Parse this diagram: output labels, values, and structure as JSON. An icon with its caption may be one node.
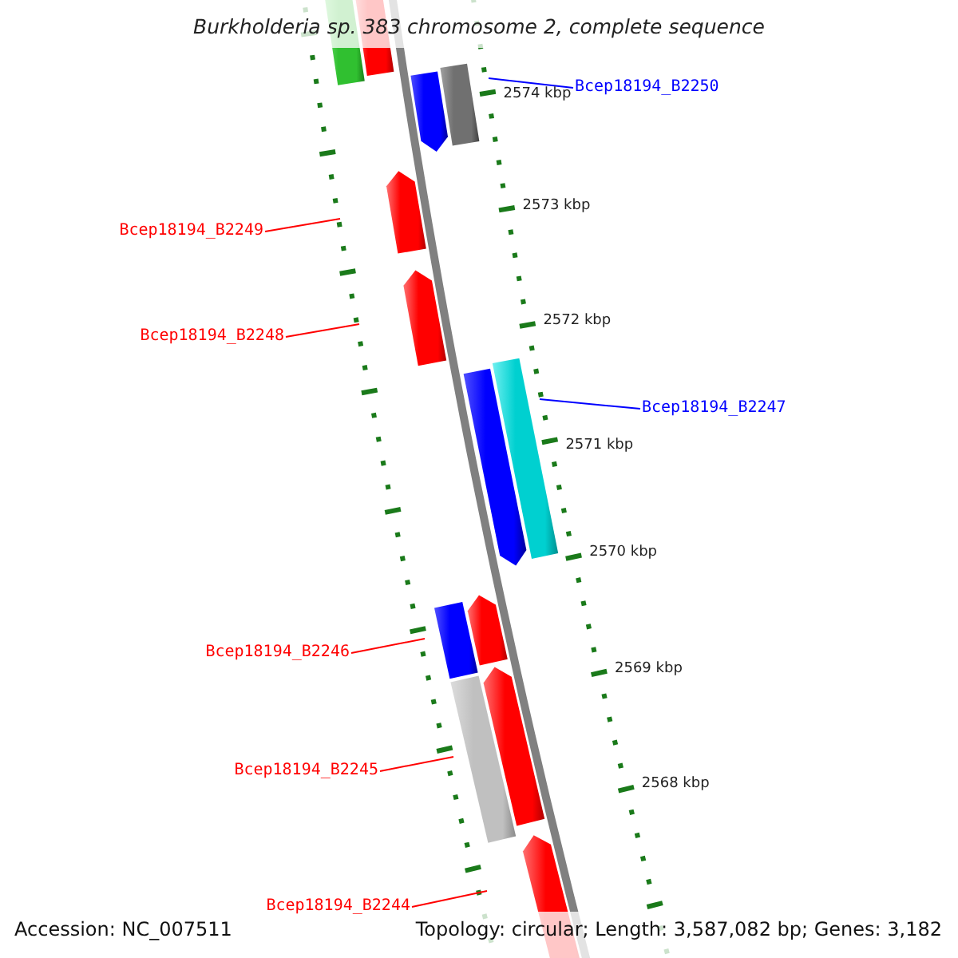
{
  "diagram": {
    "title": "Burkholderia sp. 383 chromosome 2, complete sequence",
    "nodes": [
      {
        "text": [
          "Bcep18194_B2250"
        ]
      },
      {
        "text": [
          "Bcep18194_B2249"
        ]
      },
      {
        "text": [
          "Bcep18194_B2248"
        ]
      },
      {
        "text": [
          "Bcep18194_B2247"
        ]
      },
      {
        "text": [
          "Bcep18194_B2246"
        ]
      },
      {
        "text": [
          "Bcep18194_B2245"
        ]
      },
      {
        "text": [
          "Bcep18194_B2244"
        ]
      }
    ],
    "edges": [
      {
        "from": 0,
        "to": null,
        "arrow": "none",
        "color": "#0000ff"
      },
      {
        "from": 1,
        "to": null,
        "arrow": "none"
      },
      {
        "from": 2,
        "to": null,
        "arrow": "none"
      },
      {
        "from": 3,
        "to": null,
        "arrow": "none",
        "color": "#0000ff"
      },
      {
        "from": 4,
        "to": null,
        "arrow": "none"
      },
      {
        "from": 5,
        "to": null,
        "arrow": "none"
      },
      {
        "from": 6,
        "to": null,
        "arrow": "none"
      }
    ],
    "labels": [
      "2574 kbp",
      "2573 kbp",
      "2572 kbp",
      "2571 kbp",
      "2570 kbp",
      "2569 kbp",
      "2568 kbp",
      "Accession: NC_007511",
      "Topology: circular; Length: 3,587,082 bp; Genes: 3,182"
    ]
  }
}
